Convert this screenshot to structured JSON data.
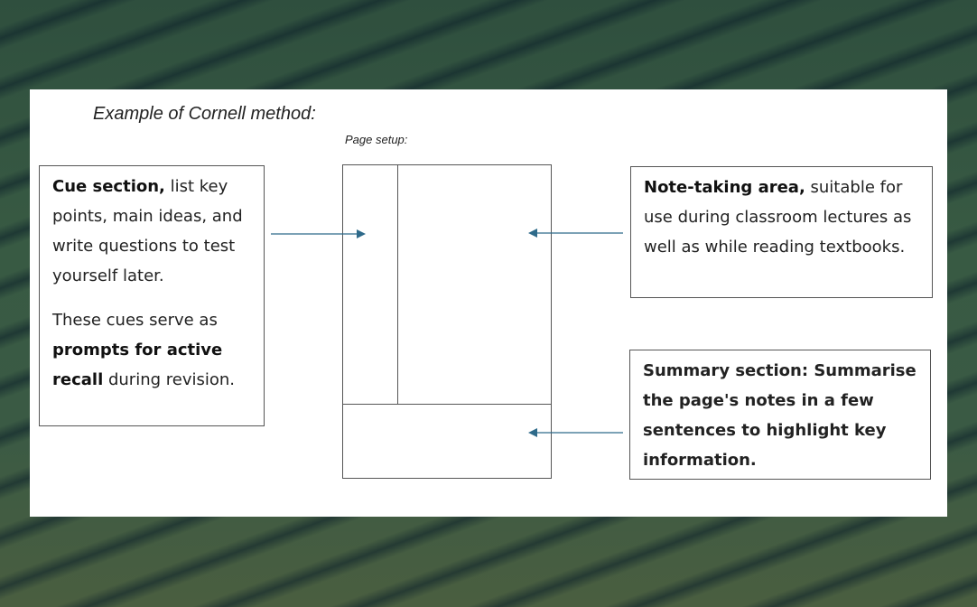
{
  "title": "Example of Cornell method:",
  "subtitle": "Page setup:",
  "cue_box": {
    "bold": "Cue section,",
    "text": " list key points, main ideas, and write questions to test yourself later.",
    "p2_pre": "These cues serve as ",
    "p2_bold": "prompts for active recall",
    "p2_post": " during revision."
  },
  "notes_box": {
    "bold": "Note-taking area,",
    "text": " suitable for use during classroom lectures as well as while reading textbooks."
  },
  "summary_box": {
    "text": "Summary section: Summarise the page's notes in a few sentences to highlight key information."
  },
  "colors": {
    "arrow": "#2e6a8a"
  }
}
